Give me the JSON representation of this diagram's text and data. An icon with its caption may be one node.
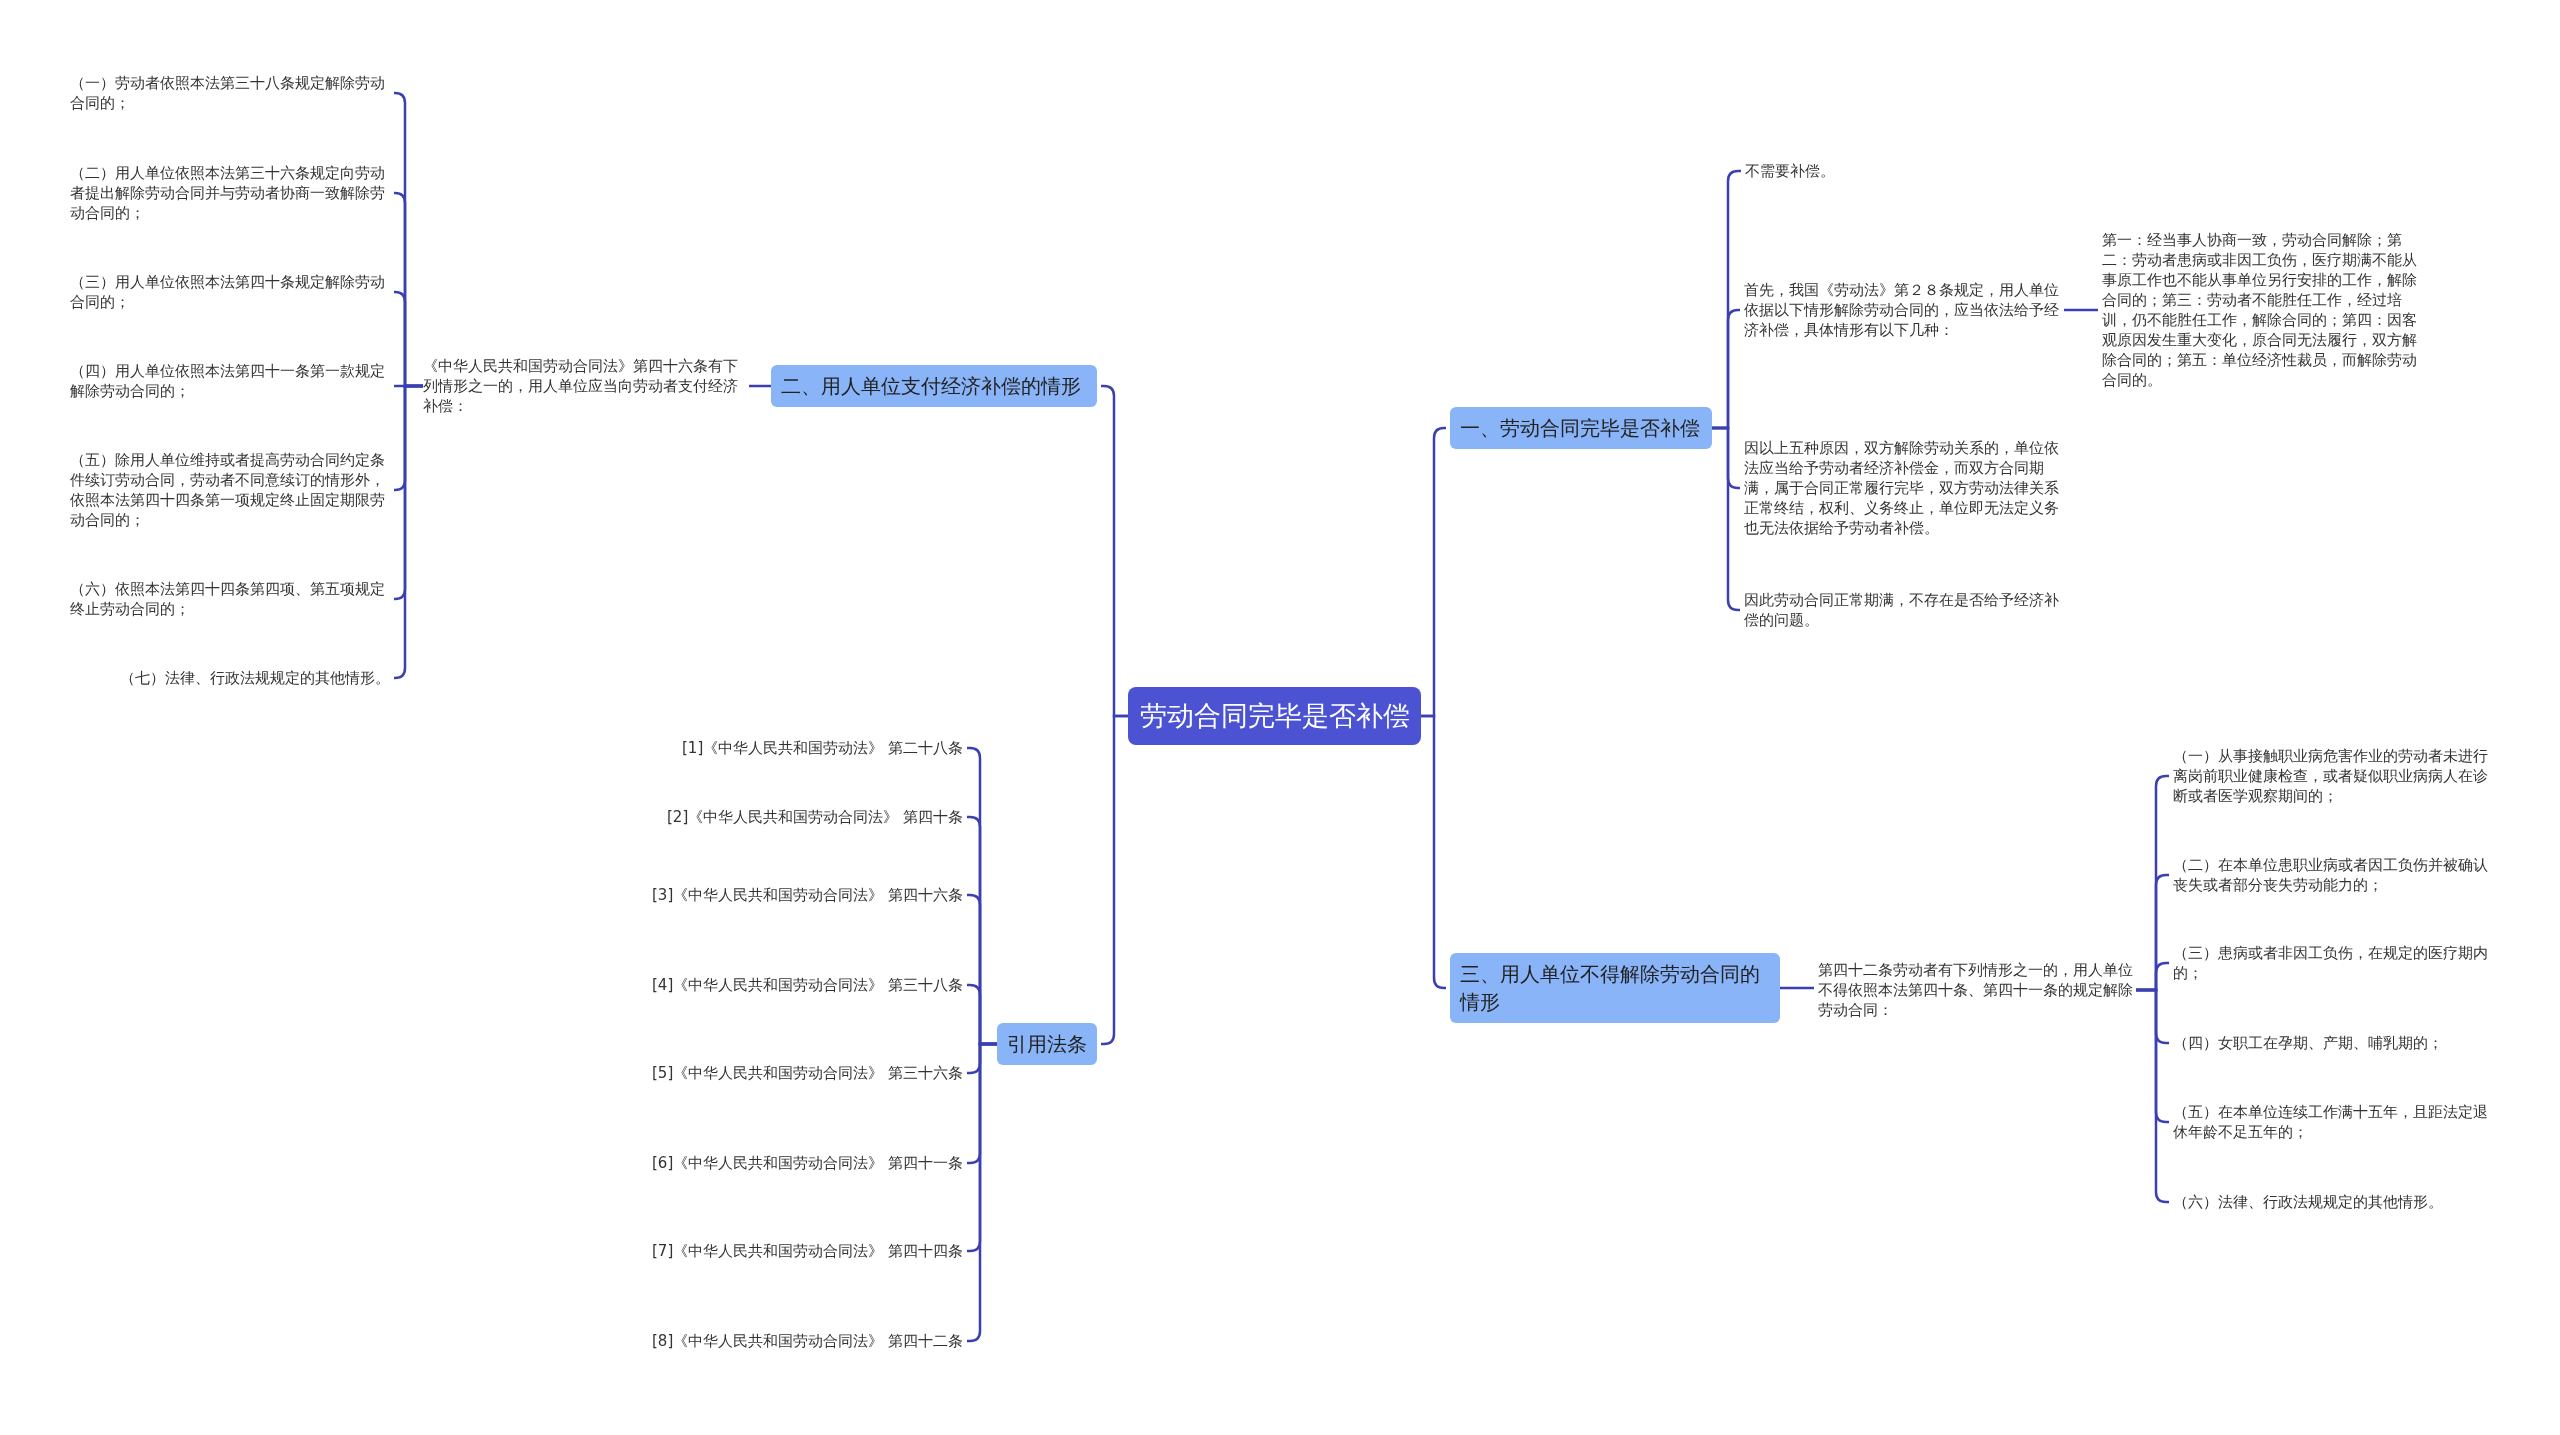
{
  "diagram": {
    "nodes": [
      {
        "text": [
          "劳动合同完毕是否补偿"
        ]
      },
      {
        "text": [
          "一、劳动合同完毕是否补偿"
        ]
      },
      {
        "text": [
          "不需要补偿。"
        ]
      },
      {
        "text": [
          "首先，我国《劳动法》第２８条规定，用人单位依据以下情形解除劳动合同的，应当依法给予经济补偿，具体情形有以下几种："
        ]
      },
      {
        "text": [
          "第一：经当事人协商一致，劳动合同解除；第二：劳动者患病或非因工负伤，医疗期满不能从事原工作也不能从事单位另行安排的工作，解除合同的；第三：劳动者不能胜任工作，经过培训，仍不能胜任工作，解除合同的；第四：因客观原因发生重大变化，原合同无法履行，双方解除合同的；第五：单位经济性裁员，而解除劳动合同的。"
        ]
      },
      {
        "text": [
          "因以上五种原因，双方解除劳动关系的，单位依法应当给予劳动者经济补偿金，而双方合同期满，属于合同正常履行完毕，双方劳动法律关系正常终结，权利、义务终止，单位即无法定义务也无法依据给予劳动者补偿。"
        ]
      },
      {
        "text": [
          "因此劳动合同正常期满，不存在是否给予经济补偿的问题。"
        ]
      },
      {
        "text": [
          "二、用人单位支付经济补偿的情形"
        ]
      },
      {
        "text": [
          "《中华人民共和国劳动合同法》第四十六条有下列情形之一的，用人单位应当向劳动者支付经济补偿："
        ]
      },
      {
        "text": [
          "（一）劳动者依照本法第三十八条规定解除劳动合同的；"
        ]
      },
      {
        "text": [
          "（二）用人单位依照本法第三十六条规定向劳动者提出解除劳动合同并与劳动者协商一致解除劳动合同的；"
        ]
      },
      {
        "text": [
          "（三）用人单位依照本法第四十条规定解除劳动合同的；"
        ]
      },
      {
        "text": [
          "（四）用人单位依照本法第四十一条第一款规定解除劳动合同的；"
        ]
      },
      {
        "text": [
          "（五）除用人单位维持或者提高劳动合同约定条件续订劳动合同，劳动者不同意续订的情形外，依照本法第四十四条第一项规定终止固定期限劳动合同的；"
        ]
      },
      {
        "text": [
          "（六）依照本法第四十四条第四项、第五项规定终止劳动合同的；"
        ]
      },
      {
        "text": [
          "（七）法律、行政法规规定的其他情形。"
        ]
      },
      {
        "text": [
          "引用法条"
        ]
      },
      {
        "text": [
          "[1]《中华人民共和国劳动法》 第二十八条"
        ]
      },
      {
        "text": [
          "[2]《中华人民共和国劳动合同法》 第四十条"
        ]
      },
      {
        "text": [
          "[3]《中华人民共和国劳动合同法》 第四十六条"
        ]
      },
      {
        "text": [
          "[4]《中华人民共和国劳动合同法》 第三十八条"
        ]
      },
      {
        "text": [
          "[5]《中华人民共和国劳动合同法》 第三十六条"
        ]
      },
      {
        "text": [
          "[6]《中华人民共和国劳动合同法》 第四十一条"
        ]
      },
      {
        "text": [
          "[7]《中华人民共和国劳动合同法》 第四十四条"
        ]
      },
      {
        "text": [
          "[8]《中华人民共和国劳动合同法》 第四十二条"
        ]
      },
      {
        "text": [
          "三、用人单位不得解除劳动合同的情形"
        ]
      },
      {
        "text": [
          "第四十二条劳动者有下列情形之一的，用人单位不得依照本法第四十条、第四十一条的规定解除劳动合同："
        ]
      },
      {
        "text": [
          "（一）从事接触职业病危害作业的劳动者未进行离岗前职业健康检查，或者疑似职业病病人在诊断或者医学观察期间的；"
        ]
      },
      {
        "text": [
          "（二）在本单位患职业病或者因工负伤并被确认丧失或者部分丧失劳动能力的；"
        ]
      },
      {
        "text": [
          "（三）患病或者非因工负伤，在规定的医疗期内的；"
        ]
      },
      {
        "text": [
          "（四）女职工在孕期、产期、哺乳期的；"
        ]
      },
      {
        "text": [
          "（五）在本单位连续工作满十五年，且距法定退休年龄不足五年的；"
        ]
      },
      {
        "text": [
          "（六）法律、行政法规规定的其他情形。"
        ]
      }
    ],
    "edges": [
      {
        "from": 0,
        "to": 1,
        "arrow": "none"
      },
      {
        "from": 1,
        "to": 2,
        "arrow": "none"
      },
      {
        "from": 1,
        "to": 3,
        "arrow": "none"
      },
      {
        "from": 3,
        "to": 4,
        "arrow": "none"
      },
      {
        "from": 1,
        "to": 5,
        "arrow": "none"
      },
      {
        "from": 1,
        "to": 6,
        "arrow": "none"
      },
      {
        "from": 0,
        "to": 7,
        "arrow": "none"
      },
      {
        "from": 7,
        "to": 8,
        "arrow": "none"
      },
      {
        "from": 8,
        "to": 9,
        "arrow": "none"
      },
      {
        "from": 8,
        "to": 10,
        "arrow": "none"
      },
      {
        "from": 8,
        "to": 11,
        "arrow": "none"
      },
      {
        "from": 8,
        "to": 12,
        "arrow": "none"
      },
      {
        "from": 8,
        "to": 13,
        "arrow": "none"
      },
      {
        "from": 8,
        "to": 14,
        "arrow": "none"
      },
      {
        "from": 8,
        "to": 15,
        "arrow": "none"
      },
      {
        "from": 0,
        "to": 16,
        "arrow": "none"
      },
      {
        "from": 16,
        "to": 17,
        "arrow": "none"
      },
      {
        "from": 16,
        "to": 18,
        "arrow": "none"
      },
      {
        "from": 16,
        "to": 19,
        "arrow": "none"
      },
      {
        "from": 16,
        "to": 20,
        "arrow": "none"
      },
      {
        "from": 16,
        "to": 21,
        "arrow": "none"
      },
      {
        "from": 16,
        "to": 22,
        "arrow": "none"
      },
      {
        "from": 16,
        "to": 23,
        "arrow": "none"
      },
      {
        "from": 16,
        "to": 24,
        "arrow": "none"
      },
      {
        "from": 0,
        "to": 25,
        "arrow": "none"
      },
      {
        "from": 25,
        "to": 26,
        "arrow": "none"
      },
      {
        "from": 26,
        "to": 27,
        "arrow": "none"
      },
      {
        "from": 26,
        "to": 28,
        "arrow": "none"
      },
      {
        "from": 26,
        "to": 29,
        "arrow": "none"
      },
      {
        "from": 26,
        "to": 30,
        "arrow": "none"
      },
      {
        "from": 26,
        "to": 31,
        "arrow": "none"
      },
      {
        "from": 26,
        "to": 32,
        "arrow": "none"
      }
    ]
  }
}
